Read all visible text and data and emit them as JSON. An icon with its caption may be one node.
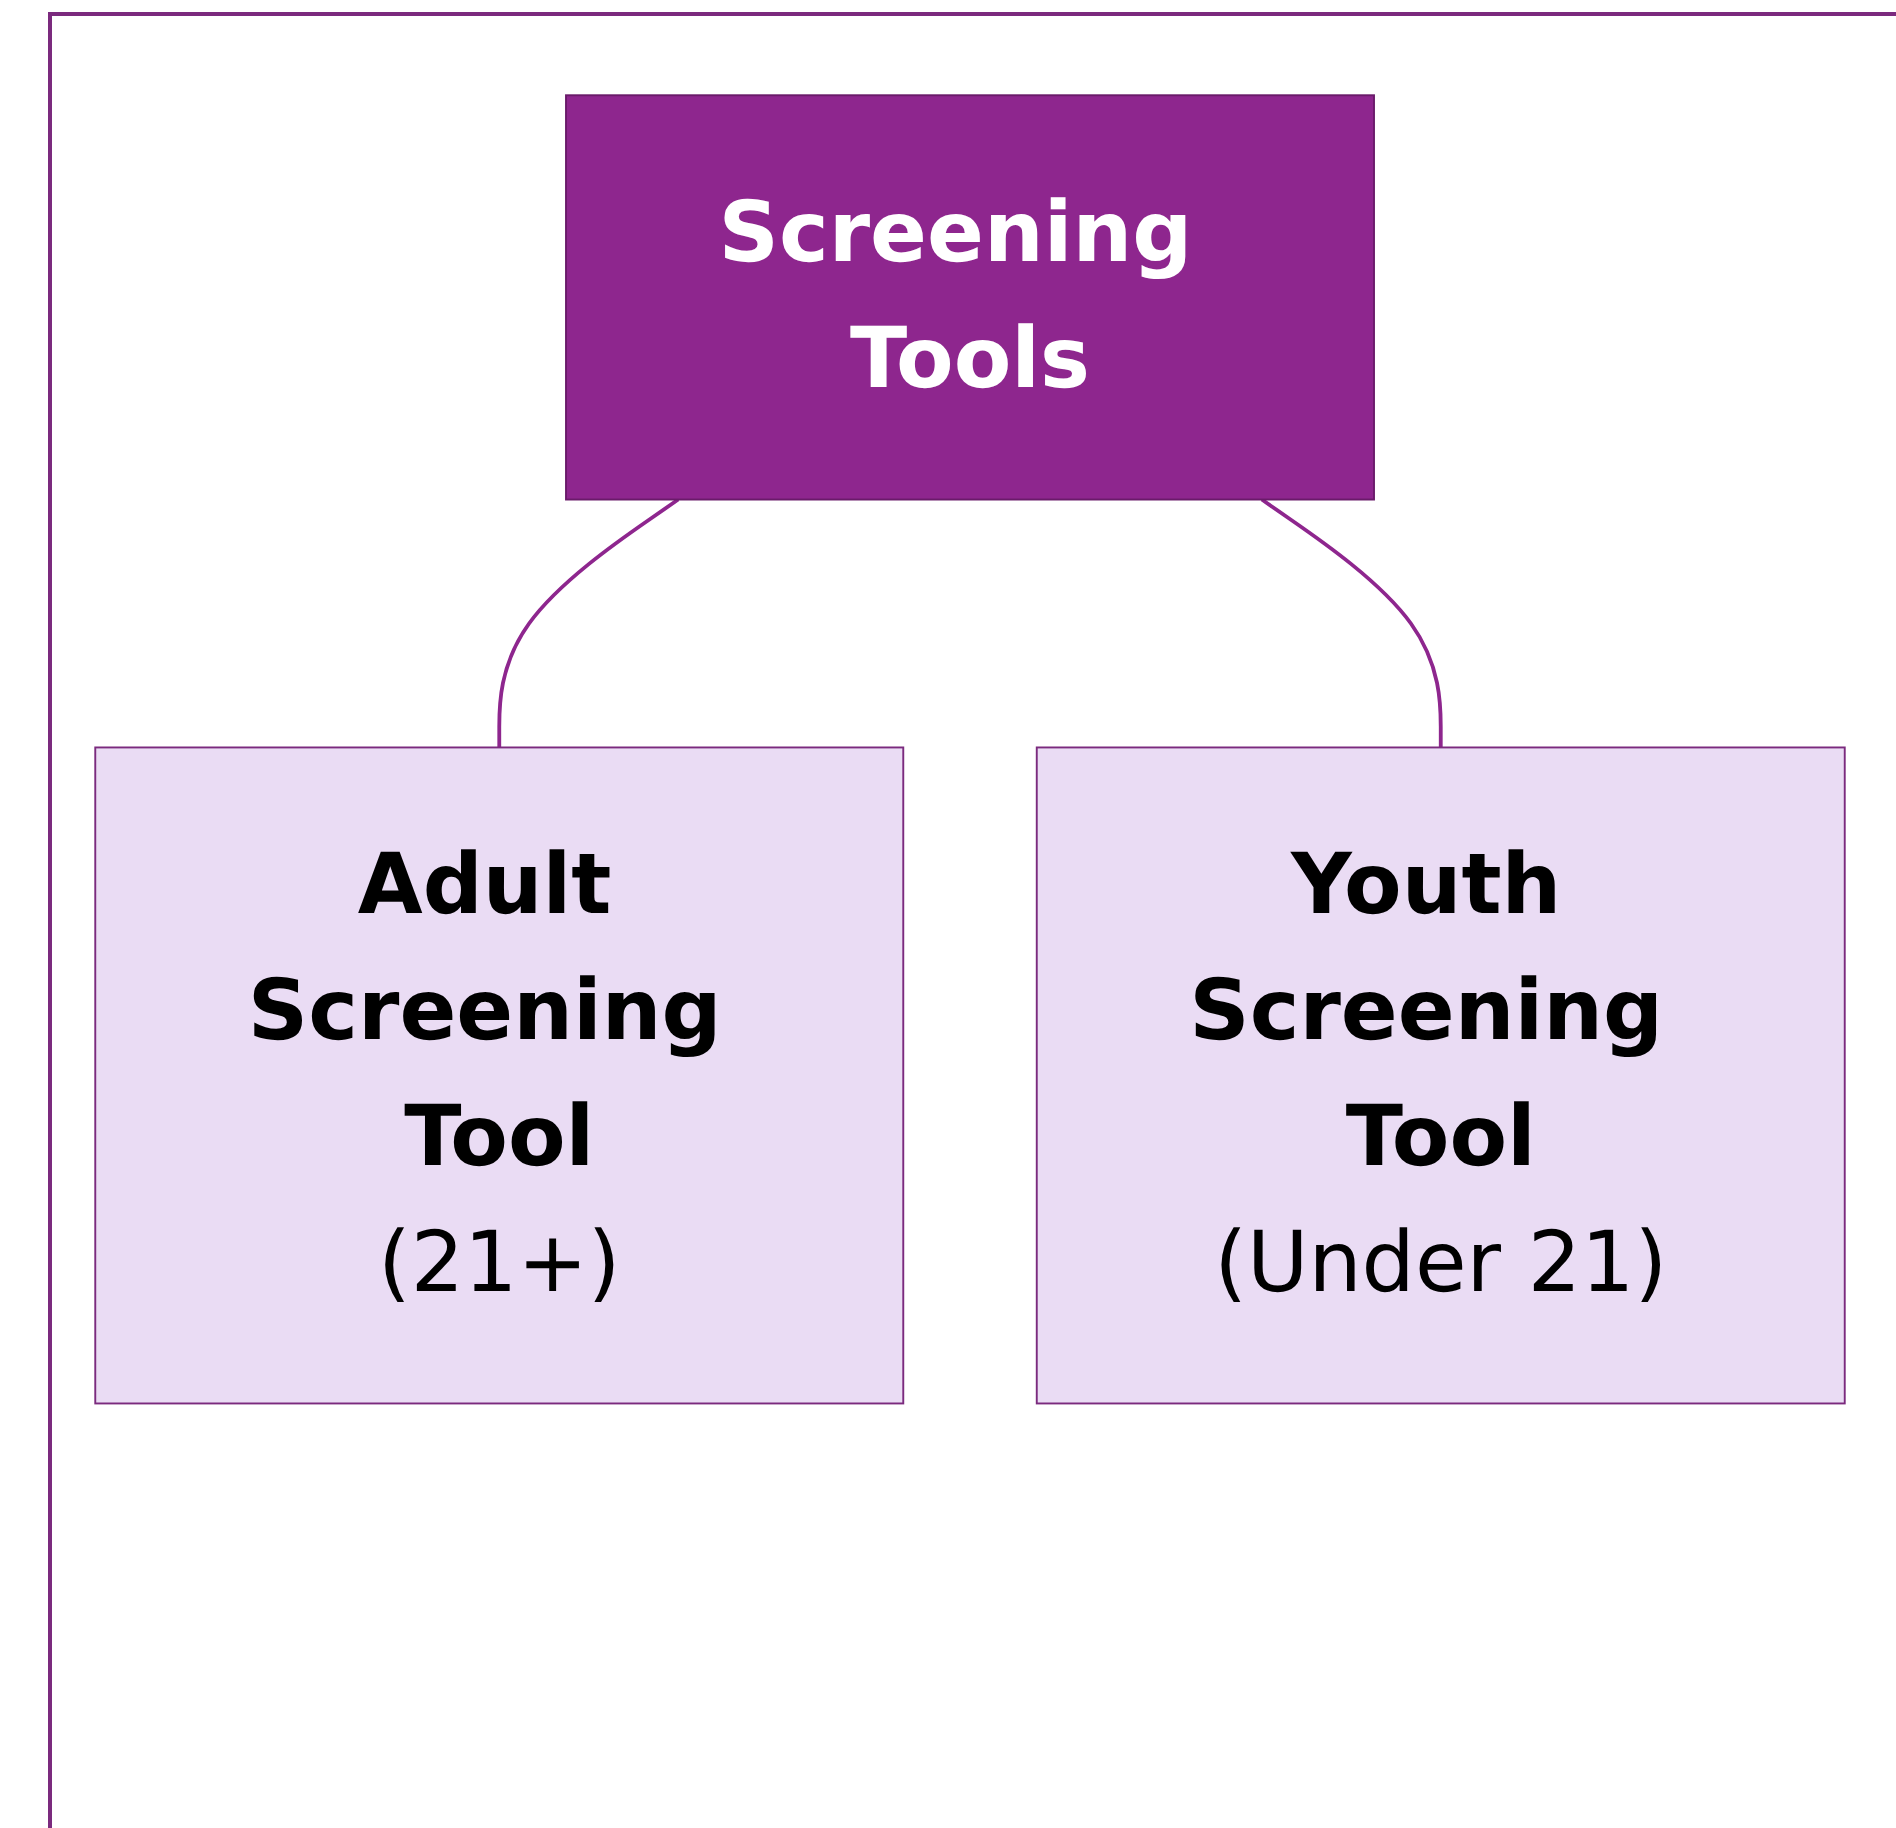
{
  "diagram": {
    "nodes": [
      {
        "text": [
          "Screening Tools"
        ]
      },
      {
        "text": [
          "Adult Screening Tool",
          "(21+)"
        ]
      },
      {
        "text": [
          "Youth Screening Tool",
          "(Under 21)"
        ]
      }
    ],
    "edges": [
      {
        "from": 0,
        "to": 1,
        "arrow": "none"
      },
      {
        "from": 0,
        "to": 2,
        "arrow": "none"
      }
    ]
  }
}
